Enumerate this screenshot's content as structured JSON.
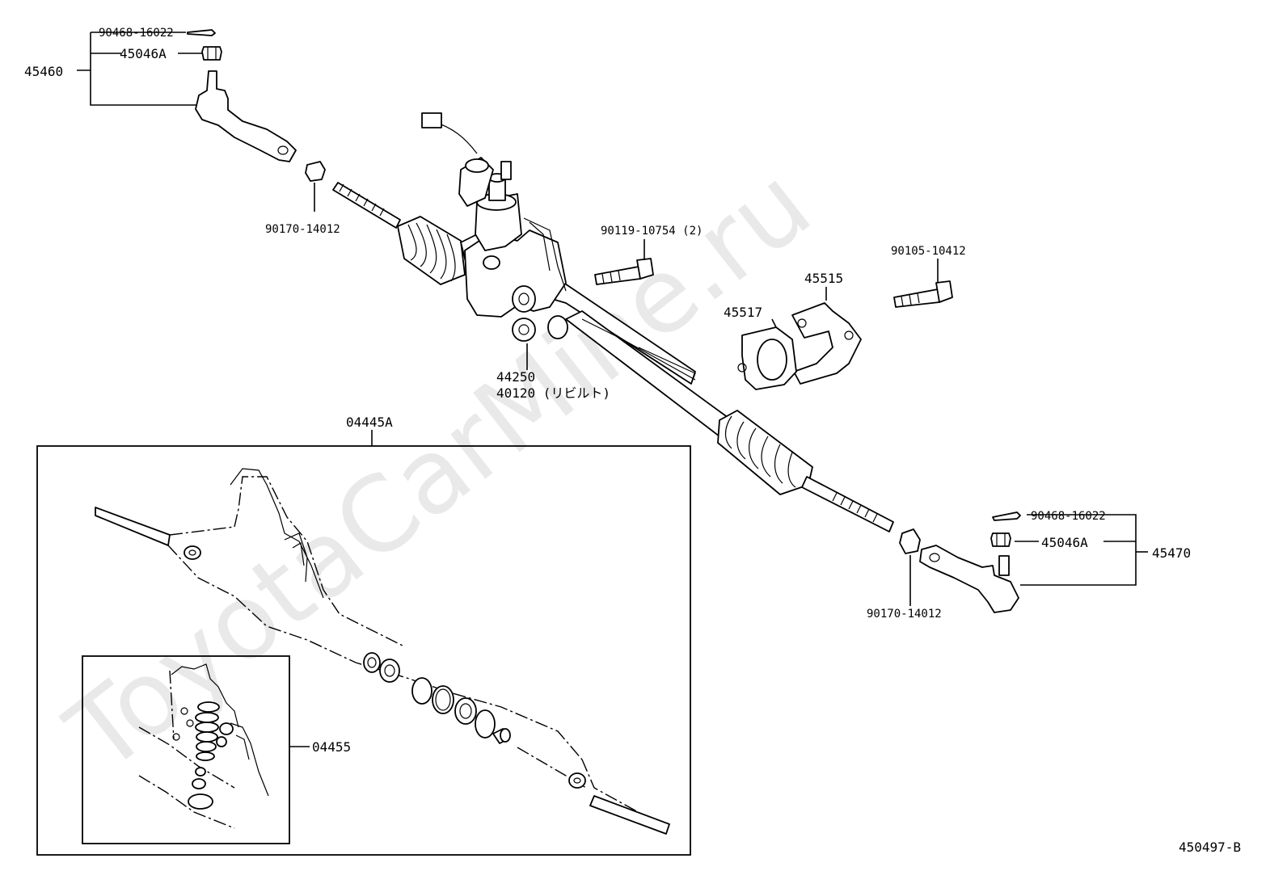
{
  "watermark": "ToyotaCarMine.ru",
  "diagram_code": "450497-B",
  "labels": {
    "tie_rod_end_left": "45460",
    "cotter_pin_left": "90468-16022",
    "nut_left": "45046A",
    "nut_inner_left": "90170-14012",
    "bolt_center": "90119-10754 (2)",
    "bolt_right": "90105-10412",
    "bracket_right": "45515",
    "bushing": "45517",
    "gear_assy_1": "44250",
    "gear_assy_2": "40120 (リビルト)",
    "gasket_kit": "04445A",
    "valve_kit": "04455",
    "tie_rod_end_right": "45470",
    "cotter_pin_right": "90468-16022",
    "nut_right": "45046A",
    "nut_inner_right": "90170-14012"
  }
}
